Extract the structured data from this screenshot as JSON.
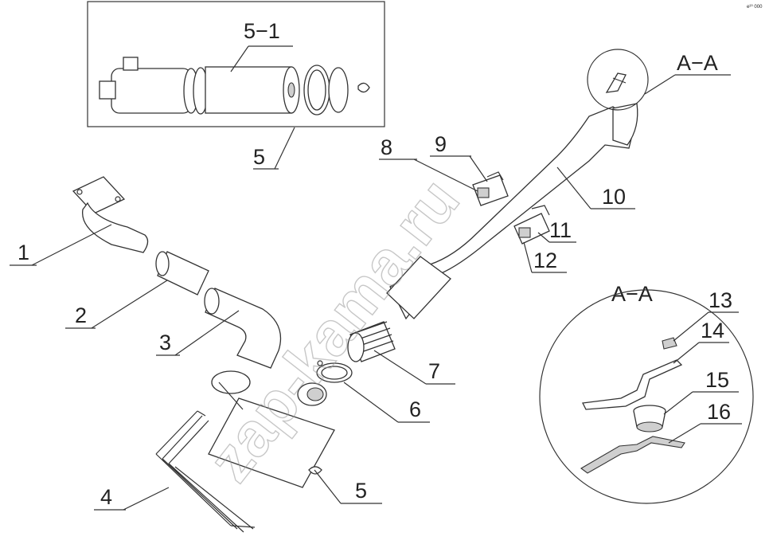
{
  "labels": {
    "l1": "1",
    "l2": "2",
    "l3": "3",
    "l4": "4",
    "l5": "5",
    "l5b": "5",
    "l5_1": "5−1",
    "l6": "6",
    "l7": "7",
    "l8": "8",
    "l9": "9",
    "l10": "10",
    "l11": "11",
    "l12": "12",
    "l13": "13",
    "l14": "14",
    "l15": "15",
    "l16": "16",
    "aa_top": "A−A",
    "aa_detail": "A−A"
  },
  "watermark": "zap-kama.ru",
  "corner_mark": "e²⁰ 000"
}
